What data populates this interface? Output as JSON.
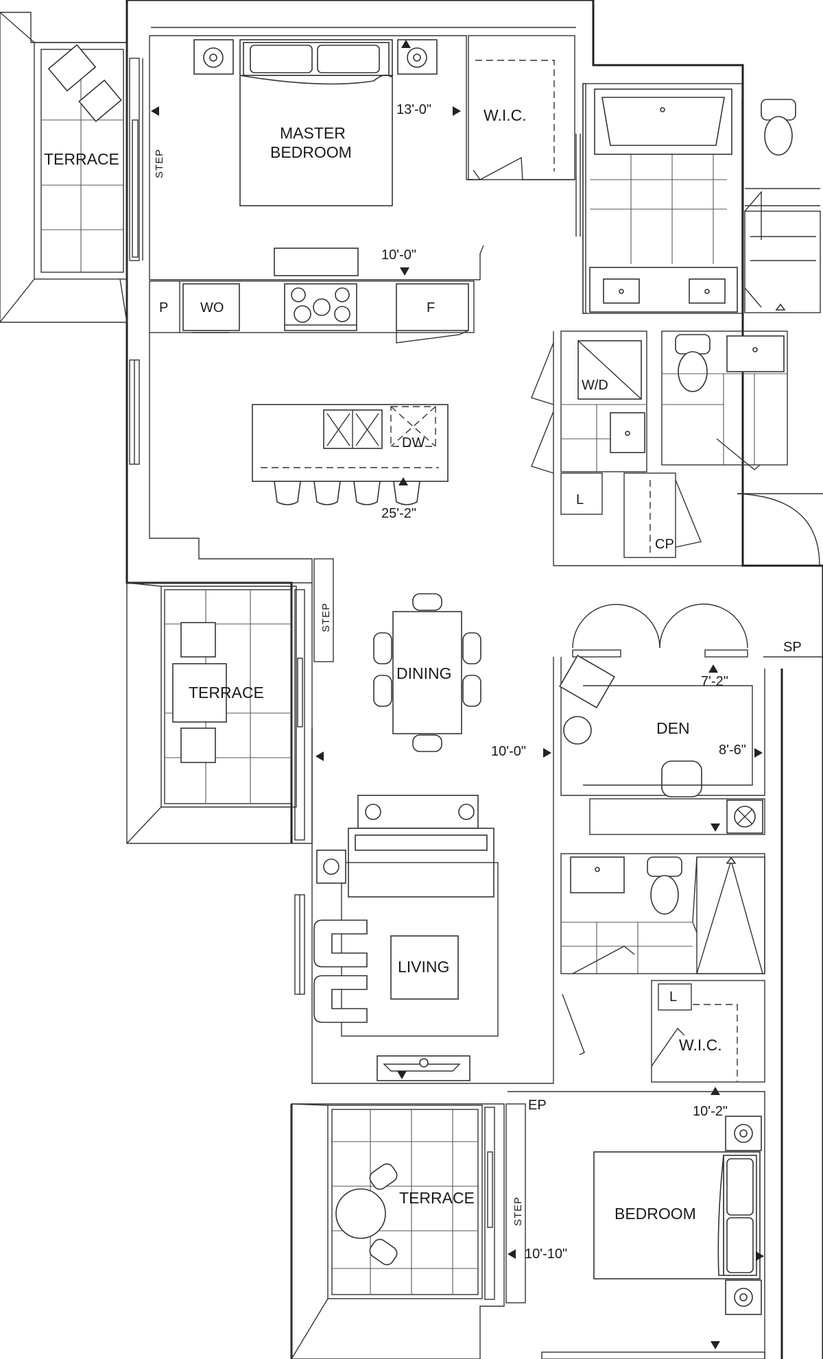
{
  "rooms": {
    "master_bedroom_line1": "MASTER",
    "master_bedroom_line2": "BEDROOM",
    "master_wic": "W.I.C.",
    "terrace_top": "TERRACE",
    "terrace_mid": "TERRACE",
    "terrace_bottom": "TERRACE",
    "dining": "DINING",
    "den": "DEN",
    "living": "LIVING",
    "bedroom": "BEDROOM",
    "bedroom_wic": "W.I.C."
  },
  "dimensions": {
    "master_width": "13'-0\"",
    "master_depth": "10'-0\"",
    "kitchen_living": "25'-2\"",
    "den_width": "7'-2\"",
    "den_depth": "8'-6\"",
    "dining_width": "10'-0\"",
    "bedroom_width": "10'-2\"",
    "bedroom_depth": "10'-10\""
  },
  "codes": {
    "pantry": "P",
    "wall_oven": "WO",
    "fridge": "F",
    "dishwasher": "DW",
    "washer_dryer": "W/D",
    "linen_laundry": "L",
    "coat_closet": "CP",
    "sp": "SP",
    "ep": "EP",
    "linen_bedroom": "L"
  },
  "steps": {
    "master": "STEP",
    "dining_terrace": "STEP",
    "bedroom_terrace": "STEP"
  }
}
